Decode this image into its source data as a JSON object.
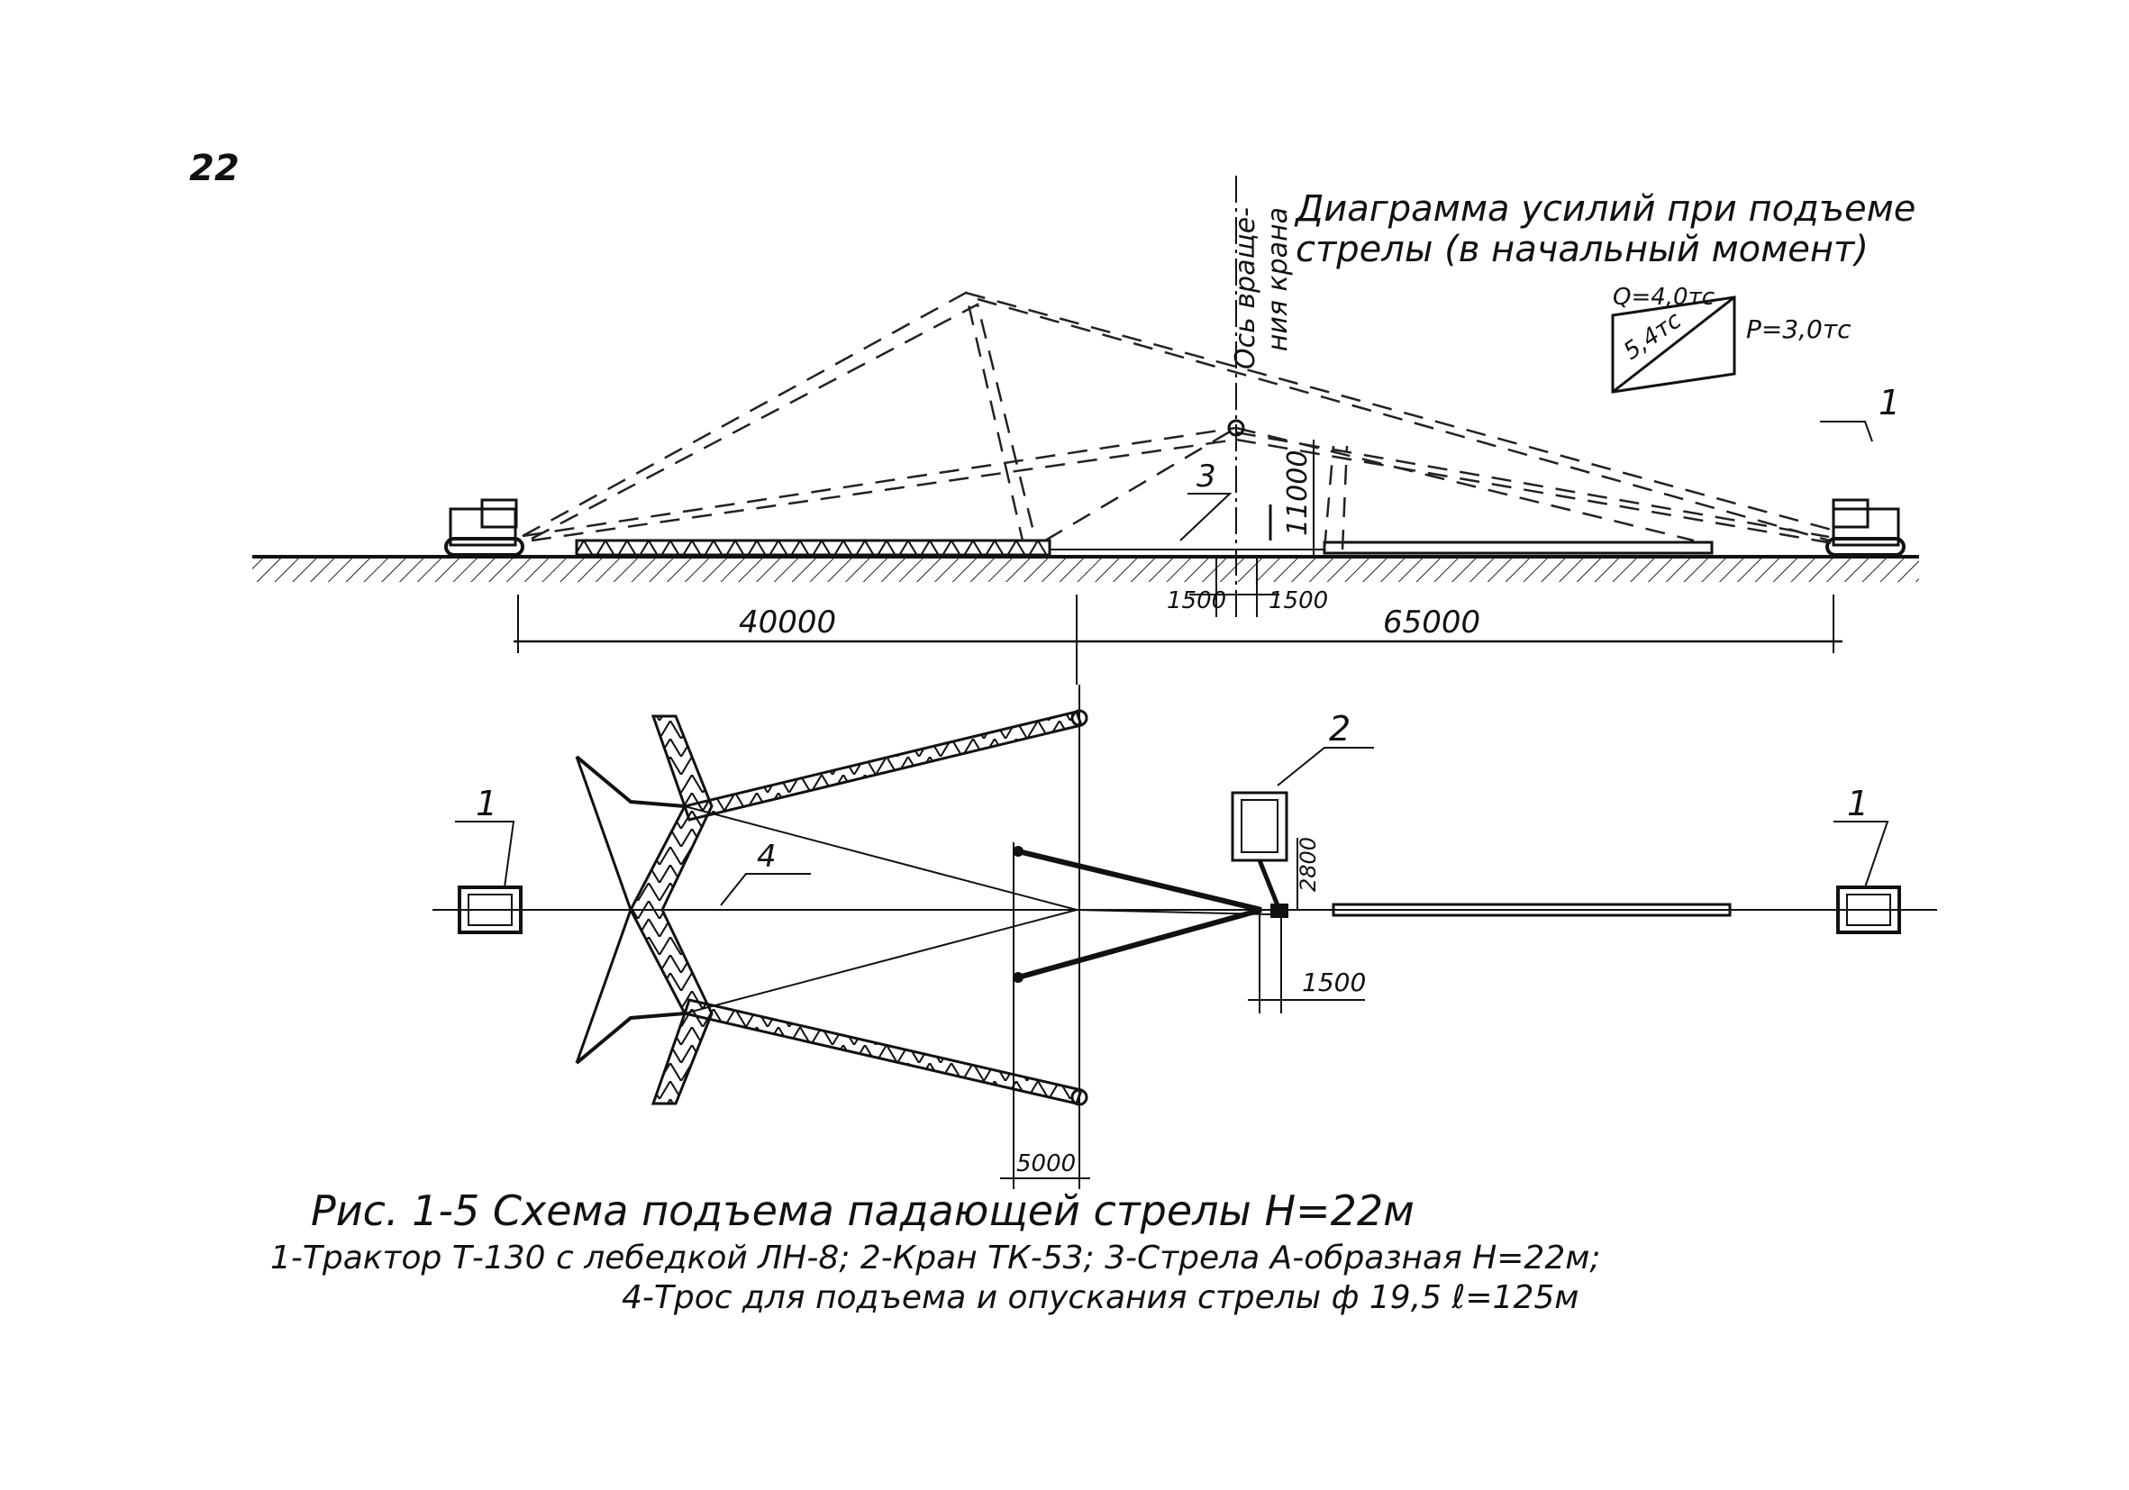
{
  "page": {
    "page_number": "22"
  },
  "elevation": {
    "axis_label_line1": "Ось враще-",
    "axis_label_line2": "ния крана",
    "item_marker_3": "3",
    "item_marker_1": "1",
    "height_dim": "11000",
    "offset_left_dim": "1500",
    "offset_right_dim": "1500",
    "span_left_dim": "40000",
    "span_right_dim": "65000"
  },
  "force_diagram": {
    "title_line1": "Диаграмма усилий при подъеме",
    "title_line2": "стрелы (в начальный момент)",
    "q_label": "Q=4,0тс",
    "s_label": "5,4тс",
    "p_label": "P=3,0тс"
  },
  "plan": {
    "marker_1_left": "1",
    "marker_1_right": "1",
    "marker_2": "2",
    "marker_4": "4",
    "dim_2800": "2800",
    "dim_1500": "1500",
    "dim_5000": "5000"
  },
  "caption": {
    "figure_title": "Рис. 1-5    Схема подъема падающей стрелы Н=22м",
    "legend_line1": "1-Трактор Т-130 с лебедкой ЛН-8;  2-Кран ТК-53;  3-Стрела А-образная  Н=22м;",
    "legend_line2": "4-Трос для подъема и опускания стрелы ф 19,5  ℓ=125м"
  }
}
